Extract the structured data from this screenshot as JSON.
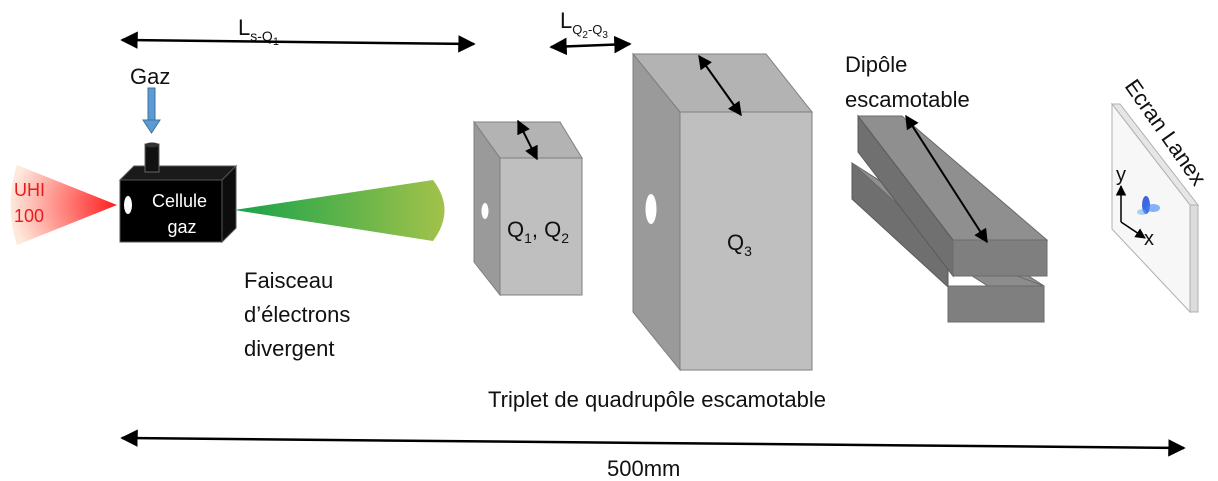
{
  "labels": {
    "dist_source_q1_main": "L",
    "dist_source_q1_sub_a": "s-Q",
    "dist_source_q1_sub_b": "1",
    "dist_q2_q3_main": "L",
    "dist_q2_q3_sub_a": "Q",
    "dist_q2_q3_sub_b": "2",
    "dist_q2_q3_sub_c": "-Q",
    "dist_q2_q3_sub_d": "3",
    "gas_inlet": "Gaz",
    "laser_line1": "UHI",
    "laser_line2": "100",
    "cell_line1": "Cellule",
    "cell_line2": "gaz",
    "beam_line1": "Faisceau",
    "beam_line2": "d’électrons",
    "beam_line3": "divergent",
    "q12_a": "Q",
    "q12_a_sub": "1",
    "q12_sep": ", Q",
    "q12_b_sub": "2",
    "q3_main": "Q",
    "q3_sub": "3",
    "dipole_line1": "Dipôle",
    "dipole_line2": "escamotable",
    "screen_label": "Ecran Lanex",
    "axis_y": "y",
    "axis_x": "x",
    "triplet_caption": "Triplet de quadrupôle escamotable",
    "total_length": "500mm"
  },
  "colors": {
    "laser": "#ff2a2a",
    "beam_start": "#1aa84a",
    "beam_end": "#a4c34a",
    "gas_arrow": "#5b9bd5",
    "magnet_light": "#bdbdbd",
    "magnet_mid": "#a6a6a6",
    "magnet_dark": "#8a8a8a",
    "dipole": "#7f7f7f"
  }
}
